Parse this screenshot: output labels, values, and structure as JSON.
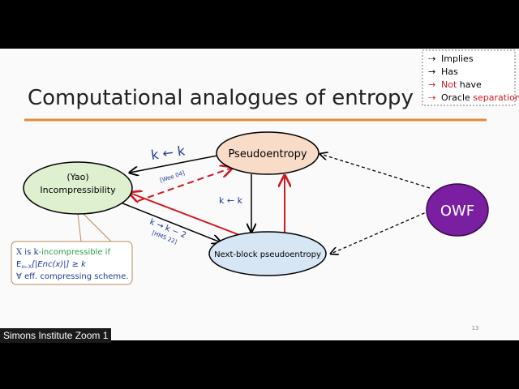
{
  "slide": {
    "title": "Computational analogues of entropy",
    "page_number": "13",
    "legend": {
      "implies": "Implies",
      "has": "Has",
      "not_have_red": "Not",
      "not_have_rest": " have",
      "oracle": "Oracle ",
      "oracle_red": "separation"
    },
    "nodes": {
      "yao_line1": "(Yao)",
      "yao_line2": "Incompressibility",
      "pseudo": "Pseudoentropy",
      "nextblock": "Next-block pseudoentropy",
      "owf": "OWF"
    },
    "labels": {
      "kk_top": "k ← k",
      "wee": "[Wee 04]",
      "kk_mid": "k ← k",
      "kk2": "k → k − 2",
      "hms": "[HMS 22]"
    },
    "callout": {
      "line1_a": "X",
      "line1_b": " is ",
      "line1_c": "k",
      "line1_d": "-incompressible",
      "line1_e": " if",
      "line2": "E",
      "line2_sub": "x←X",
      "line2_rest": "[|Enc(x)|] ≥ k",
      "line3_a": "∀",
      "line3_b": " eff. compressing scheme."
    }
  },
  "overlay": {
    "zoom_label": "Simons Institute Zoom 1"
  },
  "colors": {
    "red": "#d0191f",
    "blue": "#1f3a99",
    "green": "#2e9a4a",
    "green_node": "#dff0d0",
    "pseudo_node": "#f8dcc8",
    "next_node": "#d6e6f4",
    "owf": "#7a1fa2",
    "rule": "#e08a3a"
  }
}
